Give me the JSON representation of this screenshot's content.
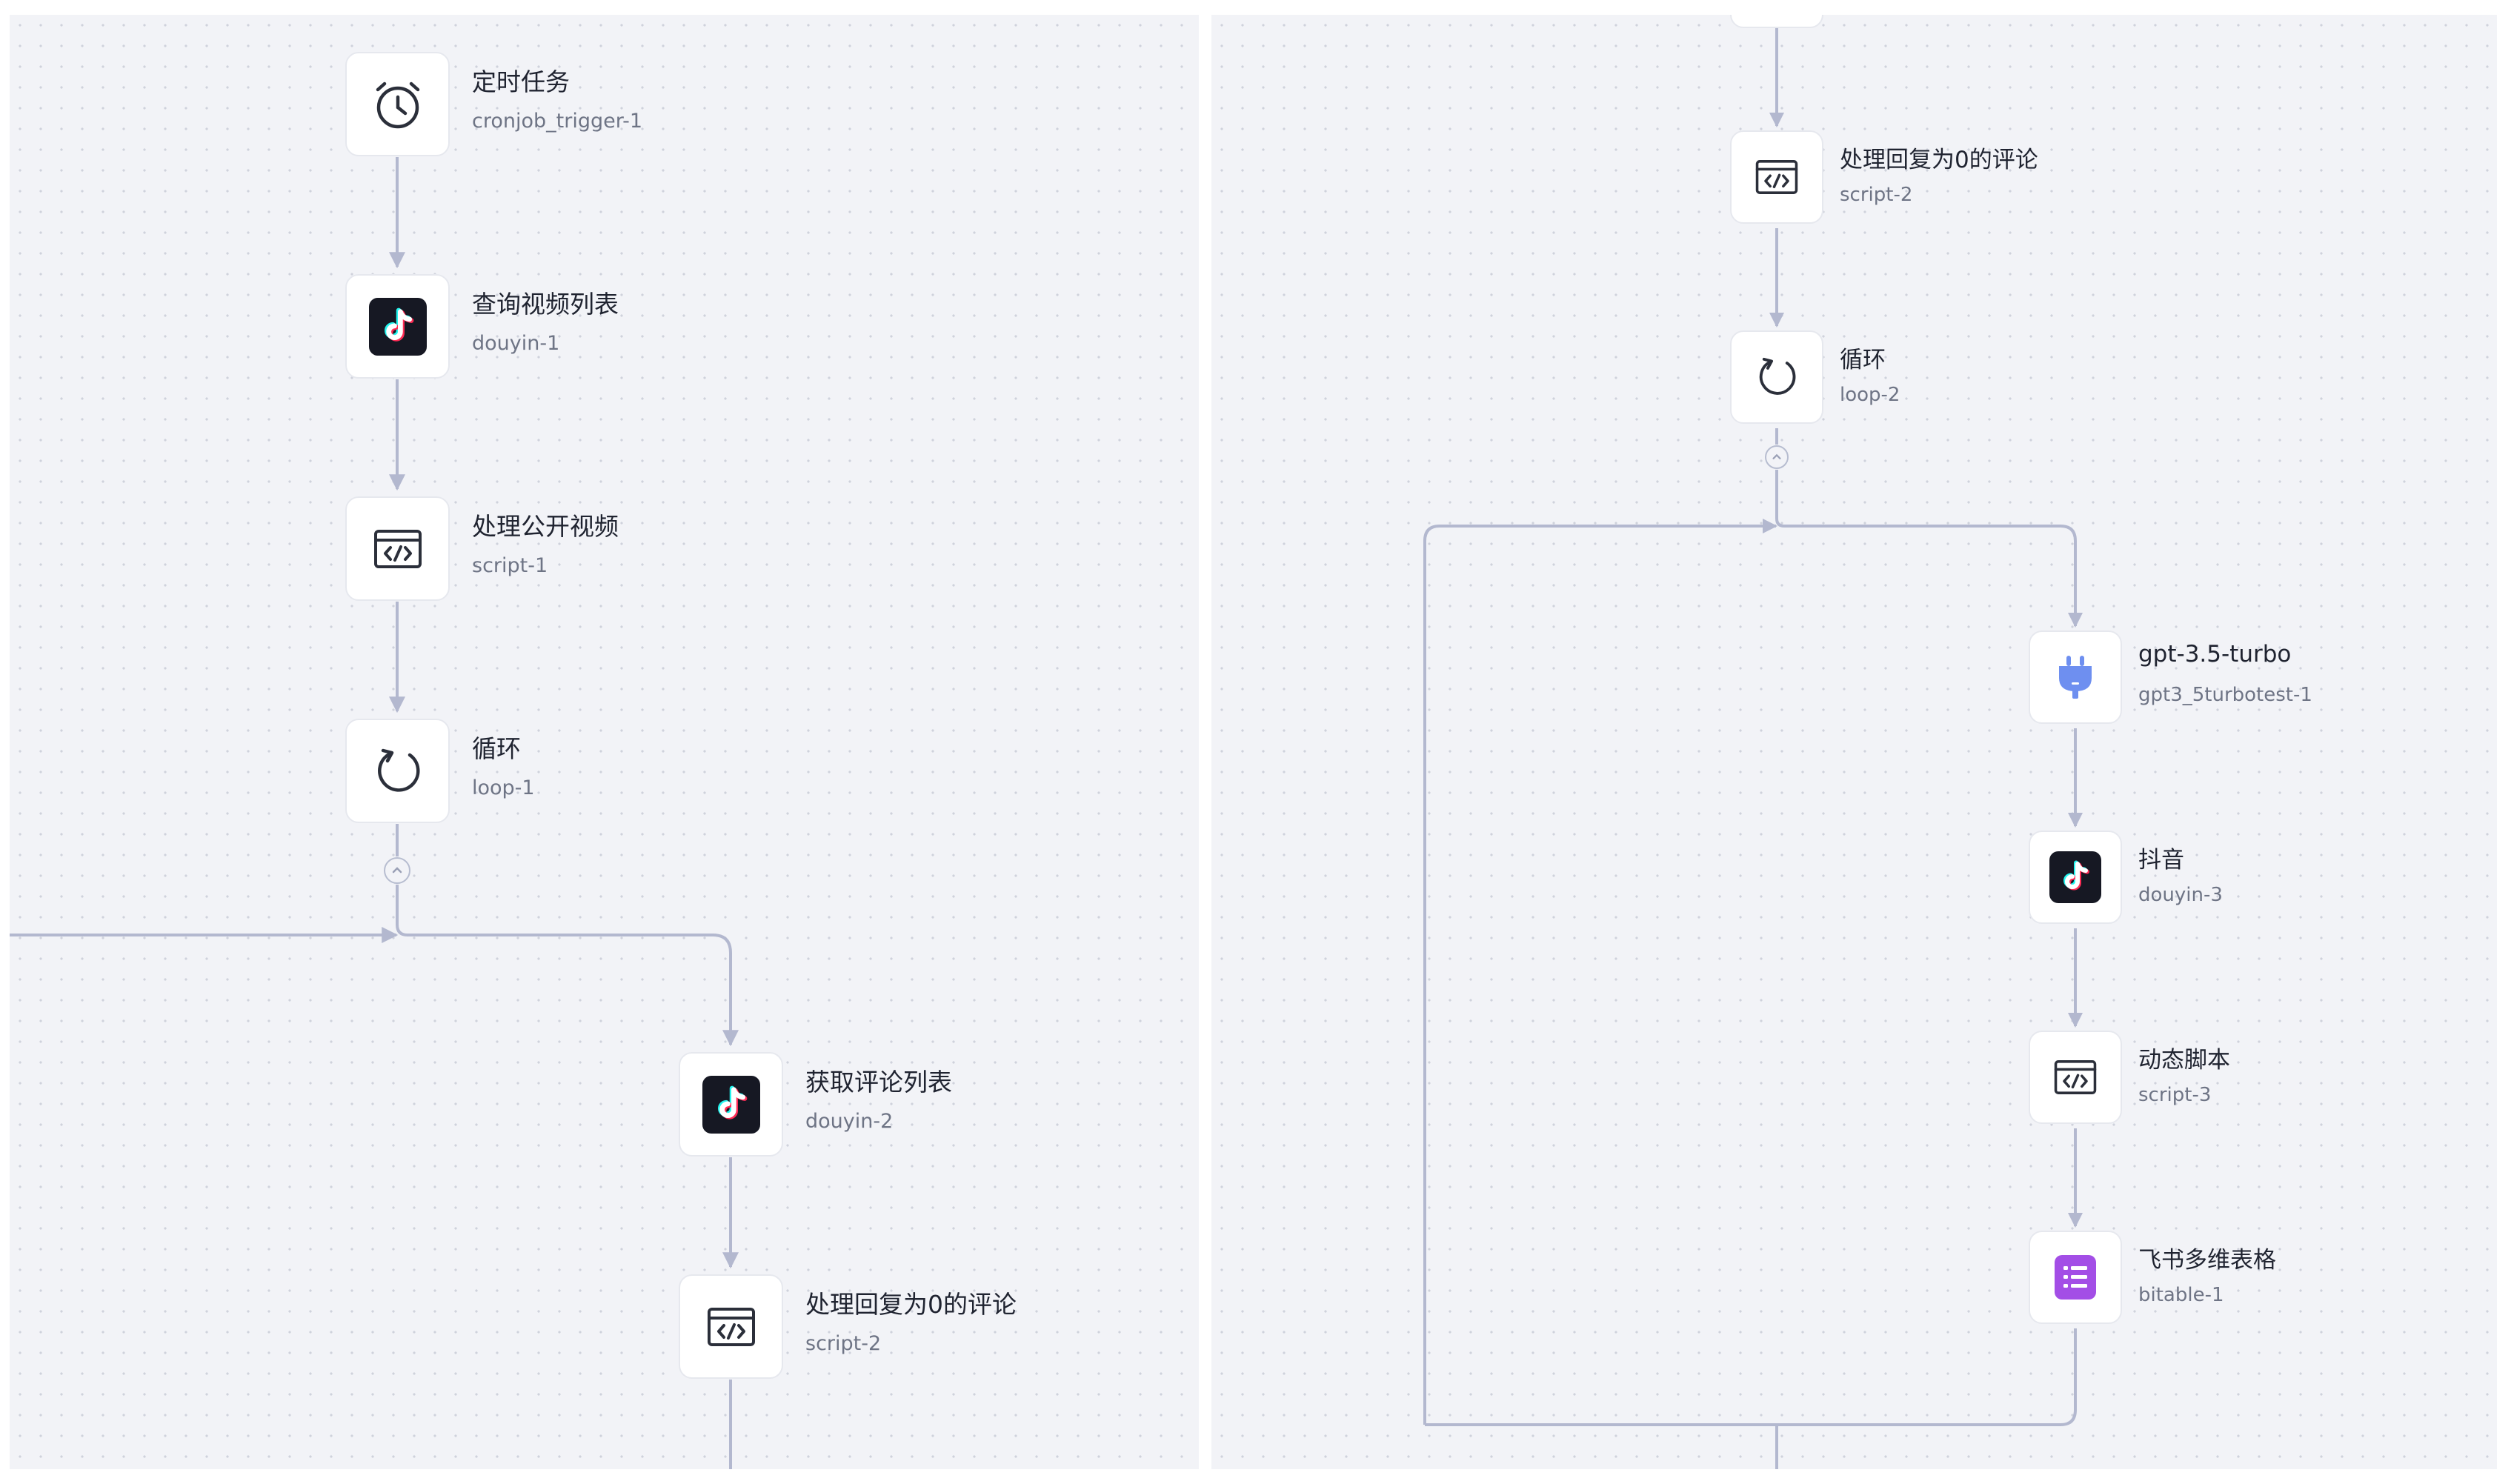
{
  "colors": {
    "edge": "#b3b8cf",
    "douyin_bg": "#161823",
    "douyin_cyan": "#25f4ee",
    "douyin_red": "#fe2c55",
    "gpt_plug": "#6e8ff0",
    "bitable": "#a34ee6"
  },
  "left": {
    "nodes": [
      {
        "title": "定时任务",
        "id": "cronjob_trigger-1",
        "icon": "alarm-clock-icon"
      },
      {
        "title": "查询视频列表",
        "id": "douyin-1",
        "icon": "douyin-icon"
      },
      {
        "title": "处理公开视频",
        "id": "script-1",
        "icon": "code-script-icon"
      },
      {
        "title": "循环",
        "id": "loop-1",
        "icon": "loop-icon"
      },
      {
        "title": "获取评论列表",
        "id": "douyin-2",
        "icon": "douyin-icon"
      },
      {
        "title": "处理回复为0的评论",
        "id": "script-2",
        "icon": "code-script-icon"
      }
    ]
  },
  "right": {
    "nodes": [
      {
        "title": "处理回复为0的评论",
        "id": "script-2",
        "icon": "code-script-icon"
      },
      {
        "title": "循环",
        "id": "loop-2",
        "icon": "loop-icon"
      },
      {
        "title": "gpt-3.5-turbo",
        "id": "gpt3_5turbotest-1",
        "icon": "plug-icon"
      },
      {
        "title": "抖音",
        "id": "douyin-3",
        "icon": "douyin-icon"
      },
      {
        "title": "动态脚本",
        "id": "script-3",
        "icon": "code-script-icon"
      },
      {
        "title": "飞书多维表格",
        "id": "bitable-1",
        "icon": "bitable-icon"
      }
    ]
  }
}
